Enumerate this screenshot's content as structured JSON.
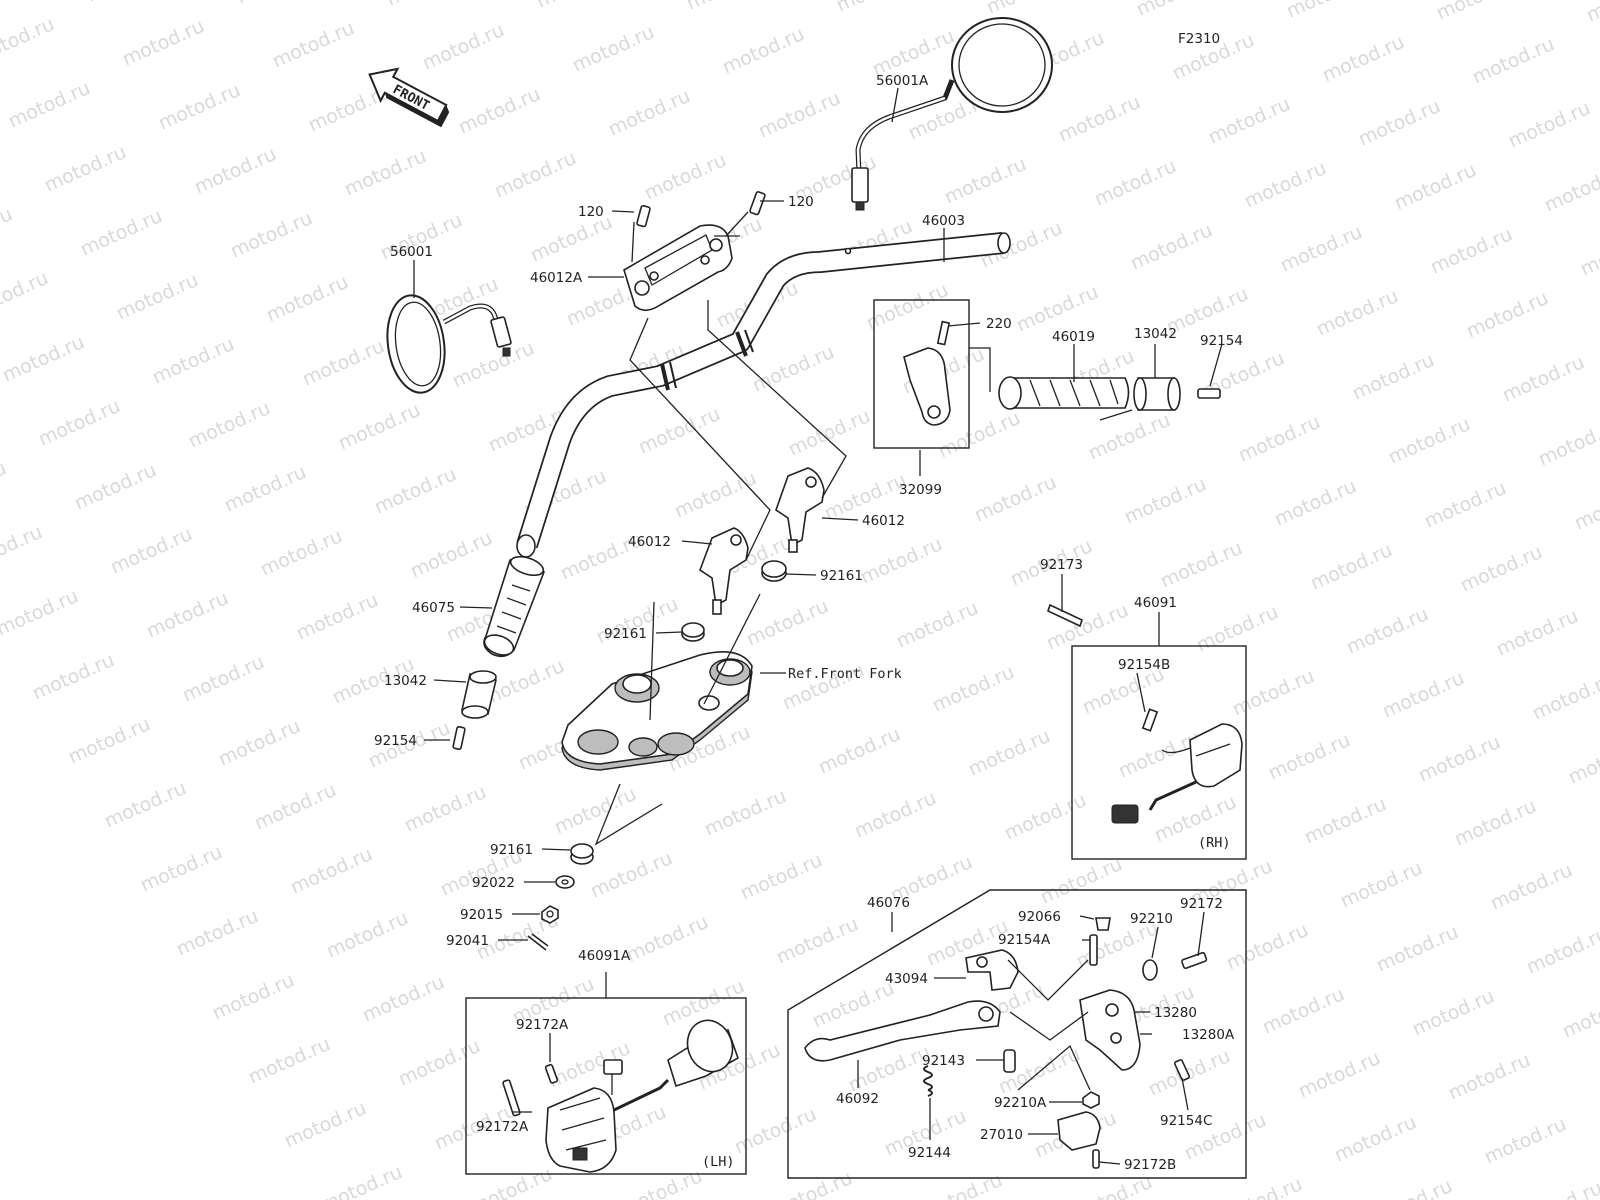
{
  "diagram_code": "F2310",
  "front_arrow_text": "FRONT",
  "ref_front_fork": "Ref.Front Fork",
  "watermark_text": "motod.ru",
  "box_labels": {
    "rh": "(RH)",
    "lh": "(LH)"
  },
  "part_numbers": {
    "p56001A": "56001A",
    "p120_left": "120",
    "p120_right": "120",
    "p46003": "46003",
    "p46012A": "46012A",
    "p56001": "56001",
    "p220": "220",
    "p46019": "46019",
    "p13042_right": "13042",
    "p92154_right": "92154",
    "p32099": "32099",
    "p46012_left": "46012",
    "p46012_right": "46012",
    "p92161_upper": "92161",
    "p92161_mid": "92161",
    "p46075": "46075",
    "p13042_left": "13042",
    "p92154_left": "92154",
    "p92161_lower": "92161",
    "p92022": "92022",
    "p92015": "92015",
    "p92041": "92041",
    "p92173": "92173",
    "p46091": "46091",
    "p92154B": "92154B",
    "p46076": "46076",
    "p92066": "92066",
    "p92172": "92172",
    "p92154A": "92154A",
    "p92210": "92210",
    "p43094": "43094",
    "p13280": "13280",
    "p13280A": "13280A",
    "p92143": "92143",
    "p46092": "46092",
    "p92210A": "92210A",
    "p92154C": "92154C",
    "p92144": "92144",
    "p27010": "27010",
    "p92172B": "92172B",
    "p46091A": "46091A",
    "p92172A_upper": "92172A",
    "p92172A_lower": "92172A"
  }
}
